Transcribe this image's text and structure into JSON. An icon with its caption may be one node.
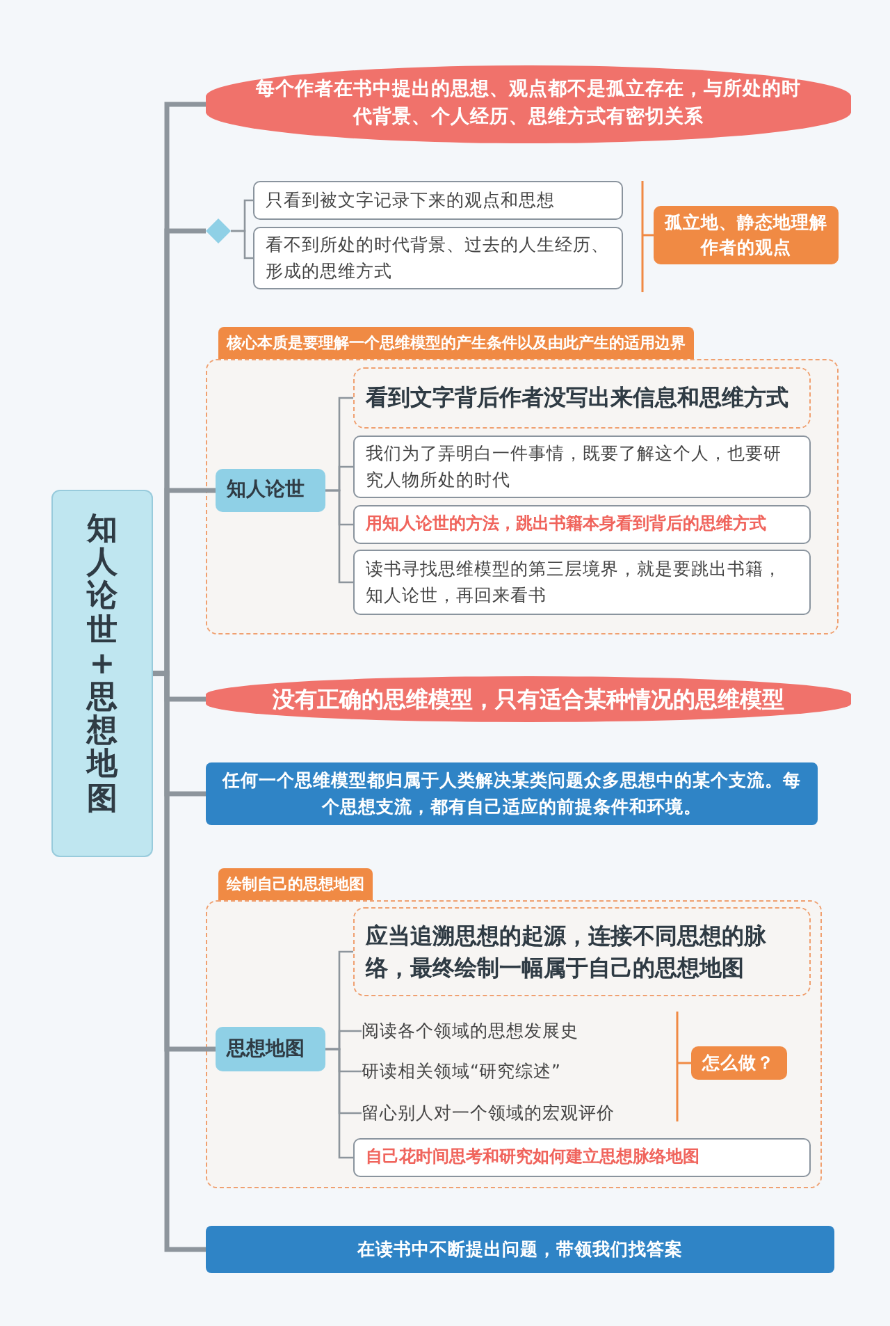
{
  "diagram": {
    "nodes": [
      {
        "text": [
          "知人论世+思想地图"
        ]
      },
      {
        "text": [
          "每个作者在书中提出的思想、观点都不是孤立存在，与所处的时代背景、个人经历、思维方式有密切关系"
        ]
      },
      {
        "text": [],
        "shape": "diamond"
      },
      {
        "text": [
          "只看到被文字记录下来的观点和思想"
        ]
      },
      {
        "text": [
          "看不到所处的时代背景、过去的人生经历、形成的思维方式"
        ]
      },
      {
        "text": [
          "孤立地、静态地理解作者的观点"
        ]
      },
      {
        "text": [
          "核心本质是要理解一个思维模型的产生条件以及由此产生的适用边界"
        ]
      },
      {
        "text": [
          "知人论世"
        ],
        "in": 6
      },
      {
        "text": [
          "看到文字背后作者没写出来信息和思维方式"
        ],
        "in": 6
      },
      {
        "text": [
          "我们为了弄明白一件事情，既要了解这个人，也要研究人物所处的时代"
        ],
        "in": 6
      },
      {
        "text": [
          "用知人论世的方法，跳出书籍本身看到背后的思维方式"
        ],
        "in": 6
      },
      {
        "text": [
          "读书寻找思维模型的第三层境界，就是要跳出书籍，知人论世，再回来看书"
        ],
        "in": 6
      },
      {
        "text": [
          "没有正确的思维模型，只有适合某种情况的思维模型"
        ]
      },
      {
        "text": [
          "任何一个思维模型都归属于人类解决某类问题众多思想中的某个支流。每个思想支流，都有自己适应的前提条件和环境。"
        ]
      },
      {
        "text": [
          "绘制自己的思想地图"
        ]
      },
      {
        "text": [
          "思想地图"
        ],
        "in": 14
      },
      {
        "text": [
          "应当追溯思想的起源，连接不同思想的脉络，最终绘制一幅属于自己的思想地图"
        ],
        "in": 14
      },
      {
        "text": [
          "阅读各个领域的思想发展史"
        ],
        "in": 14
      },
      {
        "text": [
          "研读相关领域“研究综述”"
        ],
        "in": 14
      },
      {
        "text": [
          "留心别人对一个领域的宏观评价"
        ],
        "in": 14
      },
      {
        "text": [
          "怎么做？"
        ],
        "in": 14
      },
      {
        "text": [
          "自己花时间思考和研究如何建立思想脉络地图"
        ],
        "in": 14
      },
      {
        "text": [
          "在读书中不断提出问题，带领我们找答案"
        ]
      }
    ],
    "edges": [
      {
        "from": 0,
        "to": 1,
        "arrow": "none",
        "style": "thick"
      },
      {
        "from": 0,
        "to": 2,
        "arrow": "none",
        "style": "thick"
      },
      {
        "from": 0,
        "to": 7,
        "arrow": "none",
        "style": "thick"
      },
      {
        "from": 0,
        "to": 12,
        "arrow": "none",
        "style": "thick"
      },
      {
        "from": 0,
        "to": 13,
        "arrow": "none",
        "style": "thick"
      },
      {
        "from": 0,
        "to": 15,
        "arrow": "none",
        "style": "thick"
      },
      {
        "from": 0,
        "to": 22,
        "arrow": "none",
        "style": "thick"
      },
      {
        "from": 2,
        "to": 3,
        "arrow": "none"
      },
      {
        "from": 2,
        "to": 4,
        "arrow": "none"
      },
      {
        "from": 7,
        "to": 8,
        "arrow": "none"
      },
      {
        "from": 7,
        "to": 9,
        "arrow": "none"
      },
      {
        "from": 7,
        "to": 10,
        "arrow": "none"
      },
      {
        "from": 7,
        "to": 11,
        "arrow": "none"
      },
      {
        "from": 15,
        "to": 16,
        "arrow": "none"
      },
      {
        "from": 15,
        "to": 17,
        "arrow": "none"
      },
      {
        "from": 15,
        "to": 18,
        "arrow": "none"
      },
      {
        "from": 15,
        "to": 19,
        "arrow": "none"
      },
      {
        "from": 15,
        "to": 21,
        "arrow": "none"
      }
    ]
  }
}
